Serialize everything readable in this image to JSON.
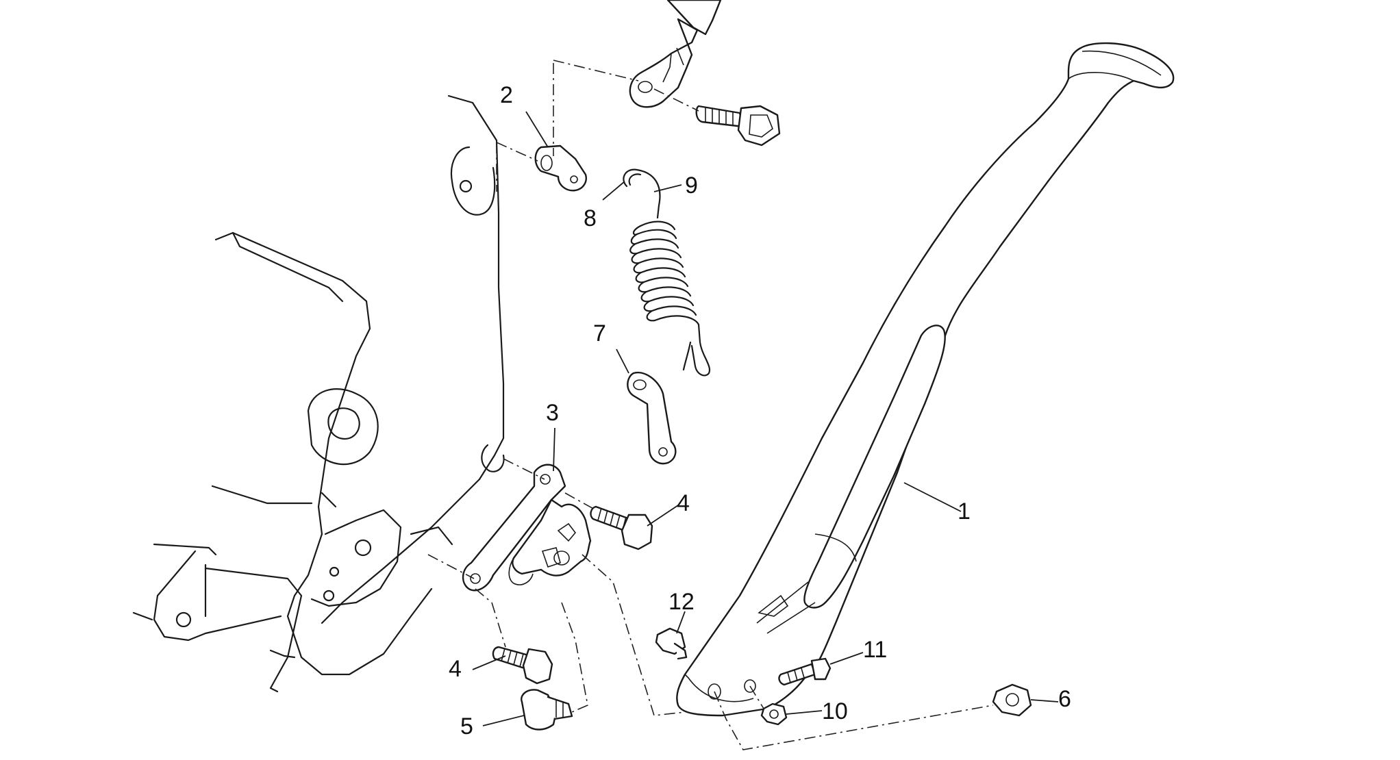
{
  "diagram": {
    "callouts": [
      {
        "id": "c1",
        "text": "1"
      },
      {
        "id": "c2",
        "text": "2"
      },
      {
        "id": "c3",
        "text": "3"
      },
      {
        "id": "c4a",
        "text": "4"
      },
      {
        "id": "c4b",
        "text": "4"
      },
      {
        "id": "c5",
        "text": "5"
      },
      {
        "id": "c6",
        "text": "6"
      },
      {
        "id": "c7",
        "text": "7"
      },
      {
        "id": "c8",
        "text": "8"
      },
      {
        "id": "c9",
        "text": "9"
      },
      {
        "id": "c10",
        "text": "10"
      },
      {
        "id": "c11",
        "text": "11"
      },
      {
        "id": "c12",
        "text": "12"
      }
    ]
  }
}
